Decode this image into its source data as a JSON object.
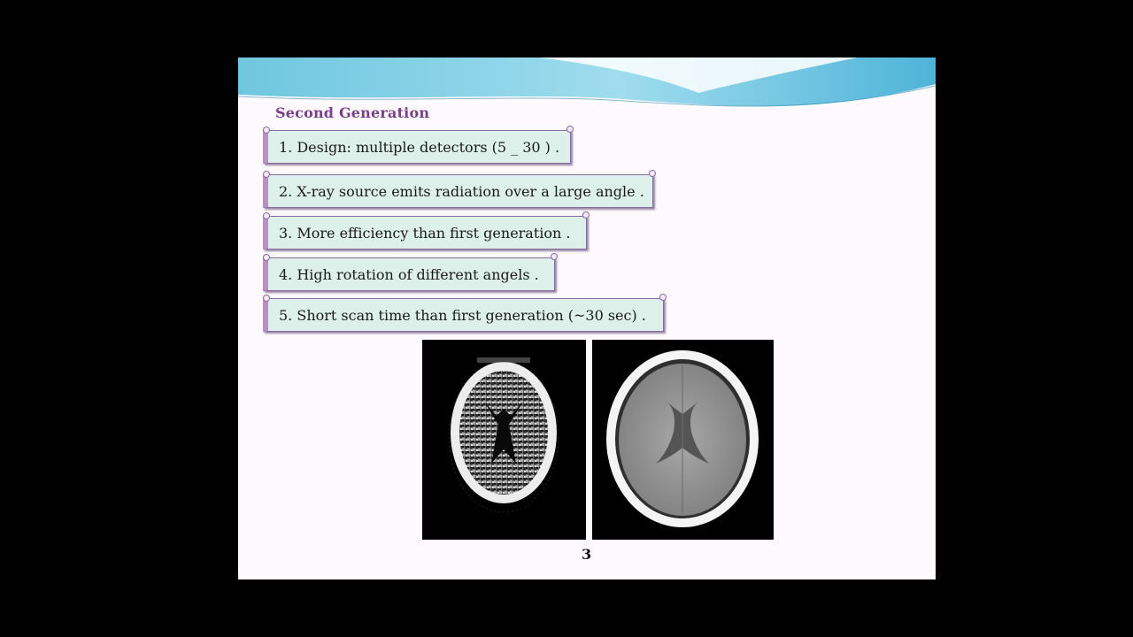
{
  "slide": {
    "title": "Second Generation",
    "items": [
      "1. Design: multiple detectors (5 _ 30 ) .",
      "2. X-ray source emits radiation over a large angle .",
      "3. More  efficiency than first generation .",
      "4. High rotation of different angels .",
      "5. Short  scan time than  first generation (~30 sec) ."
    ],
    "images": [
      {
        "icon": "ct-scan-brain-low-resolution-image"
      },
      {
        "icon": "ct-scan-brain-high-resolution-image"
      }
    ],
    "page_number": "3"
  },
  "colors": {
    "background": "#000000",
    "slide": "#fdf9fd",
    "title": "#7a3f8c",
    "scroll_fill": "#ddf0ea",
    "scroll_border": "#8a6aa0"
  }
}
